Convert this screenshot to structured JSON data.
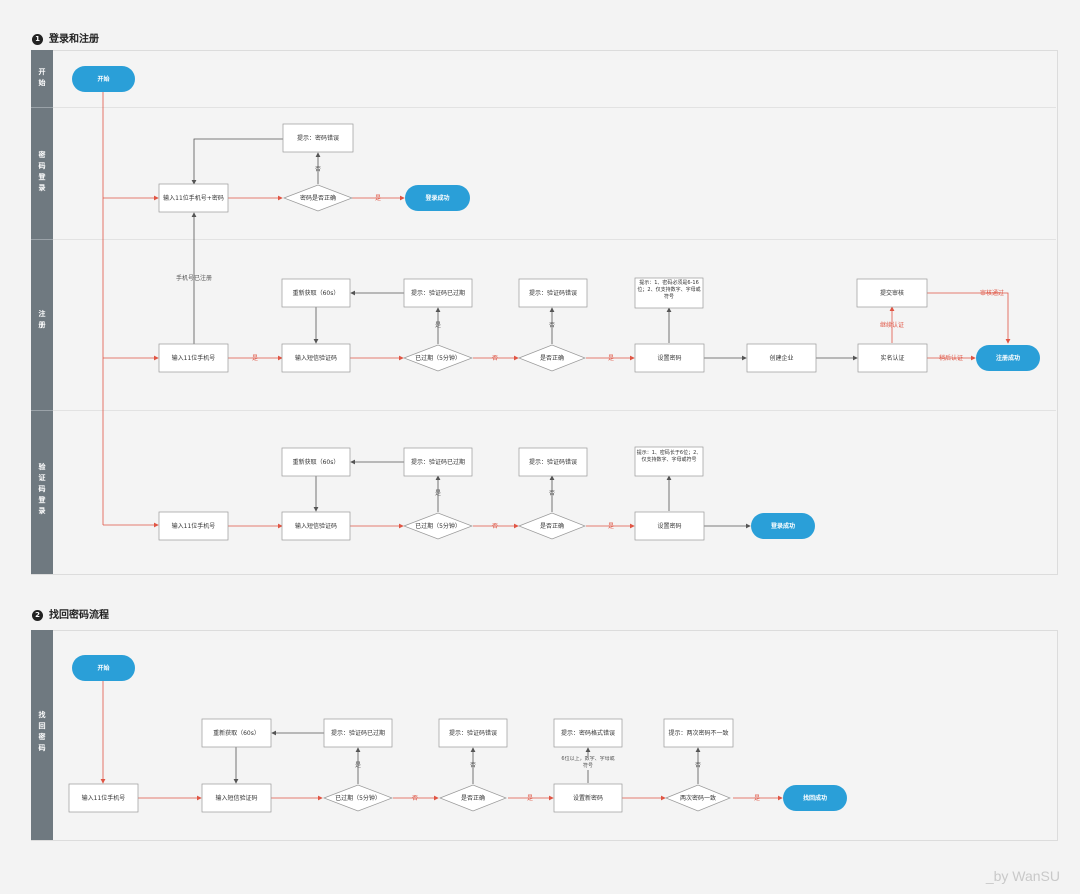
{
  "sections": [
    {
      "number": "1",
      "title": "登录和注册"
    },
    {
      "number": "2",
      "title": "找回密码流程"
    }
  ],
  "lanes1": [
    "开始",
    "密码登录",
    "注册",
    "验证码登录"
  ],
  "lanes2": [
    "找回密码"
  ],
  "colors": {
    "accent": "#2a9fd8",
    "arrow": "#e05544",
    "line": "#555555",
    "lane": "#6f7980"
  },
  "nodes": {
    "start1": "开始",
    "pw_input": "输入11位手机号+密码",
    "pw_check": "密码是否正确",
    "pw_error": "提示：密码错误",
    "pw_success": "登录成功",
    "reg_phone": "输入11位手机号",
    "reg_sms": "输入短信验证码",
    "reg_refetch": "重新获取（60s）",
    "reg_expired": "已过期（5分钟）",
    "reg_expired_tip": "提示：验证码已过期",
    "reg_correct": "是否正确",
    "reg_code_err": "提示：验证码错误",
    "reg_setpw": "设置密码",
    "reg_pw_tip": "提示：1、密码必须是6-16位；2、仅支持数字、字母或符号",
    "reg_company": "创建企业",
    "reg_realname": "实名认证",
    "reg_submit": "提交审核",
    "reg_success": "注册成功",
    "sms_phone": "输入11位手机号",
    "sms_input": "输入短信验证码",
    "sms_refetch": "重新获取（60s）",
    "sms_expired": "已过期（5分钟）",
    "sms_expired_tip": "提示：验证码已过期",
    "sms_correct": "是否正确",
    "sms_code_err": "提示：验证码错误",
    "sms_setpw": "设置密码",
    "sms_pw_tip": "提示：1、密码长于6位；2、仅支持数字、字母或符号",
    "sms_success": "登录成功",
    "start2": "开始",
    "fp_phone": "输入11位手机号",
    "fp_sms": "输入短信验证码",
    "fp_refetch": "重新获取（60s）",
    "fp_expired": "已过期（5分钟）",
    "fp_expired_tip": "提示：验证码已过期",
    "fp_correct": "是否正确",
    "fp_code_err": "提示：验证码错误",
    "fp_newpw": "设置新密码",
    "fp_format_err": "提示：密码格式错误",
    "fp_format_note": "6位以上，数字、字母或符号",
    "fp_same": "两次密码一致",
    "fp_diff_tip": "提示：两次密码不一致",
    "fp_success": "找回成功"
  },
  "edge_labels": {
    "yes": "是",
    "no": "否",
    "registered": "手机号已注册",
    "continue_auth": "继续认证",
    "later_auth": "稍后认证",
    "approved": "审核通过"
  },
  "watermark": "_by WanSU"
}
